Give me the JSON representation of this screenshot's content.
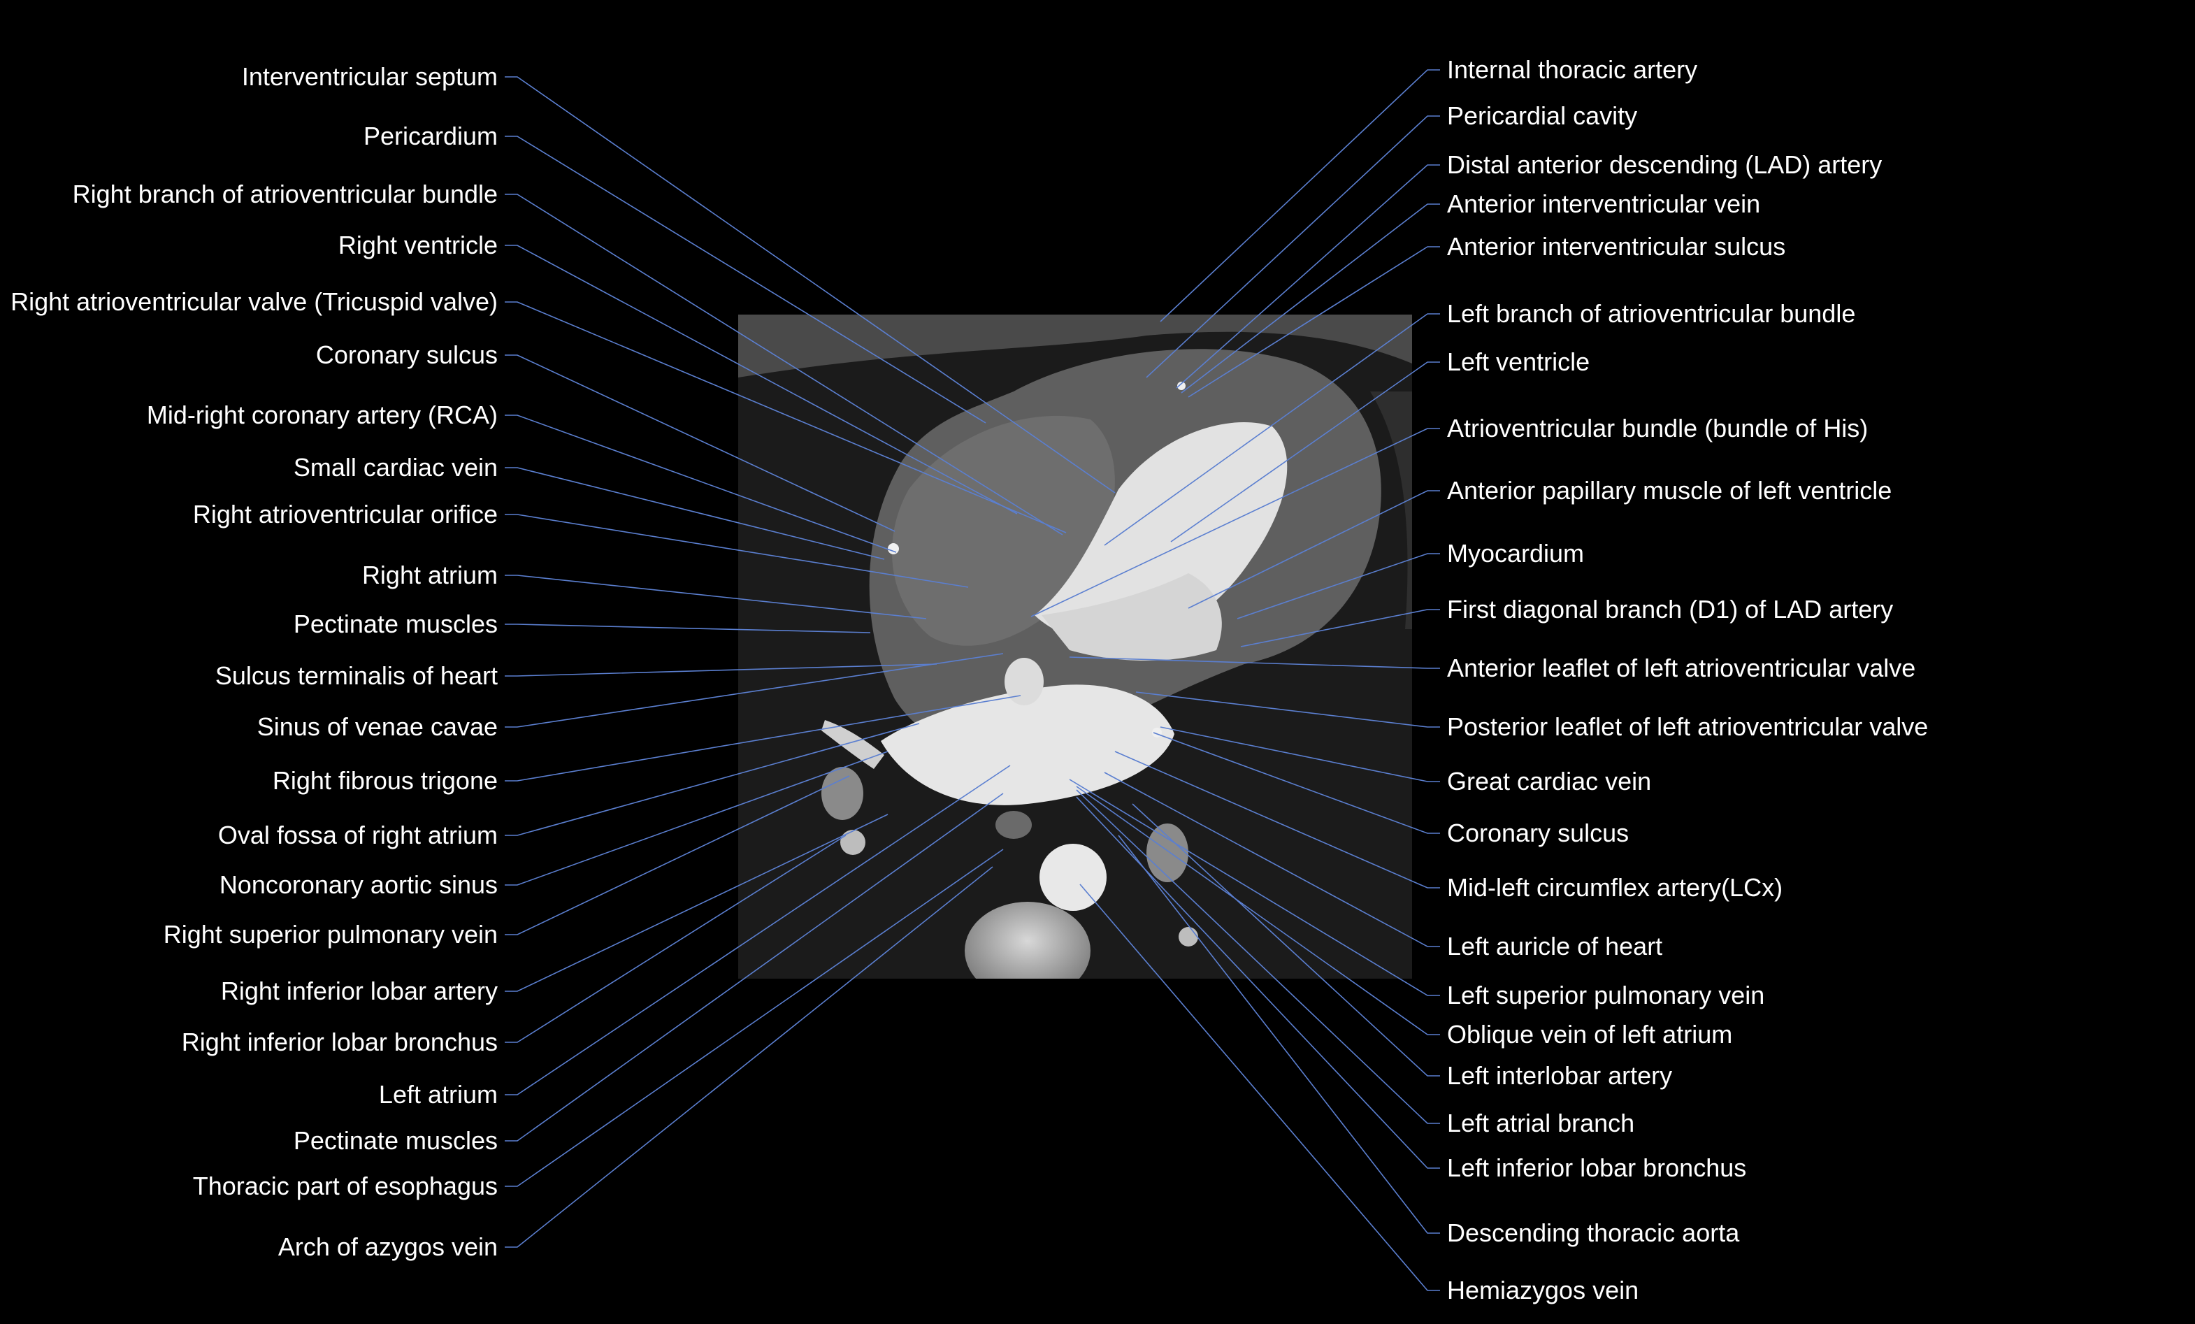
{
  "colors": {
    "background": "#000000",
    "label_text": "#ffffff",
    "leader_line": "#5b7fd0"
  },
  "labels_left": [
    "Interventricular septum",
    "Pericardium",
    "Right branch of atrioventricular bundle",
    "Right ventricle",
    "Right atrioventricular valve (Tricuspid valve)",
    "Coronary sulcus",
    "Mid-right coronary artery (RCA)",
    "Small cardiac vein",
    "Right atrioventricular orifice",
    "Right atrium",
    "Pectinate muscles",
    "Sulcus terminalis of heart",
    "Sinus of venae cavae",
    "Right fibrous trigone",
    "Oval fossa of right atrium",
    "Noncoronary aortic sinus",
    "Right superior pulmonary vein",
    "Right inferior lobar artery",
    "Right inferior lobar bronchus",
    "Left atrium",
    "Pectinate muscles",
    "Thoracic part of esophagus",
    "Arch of azygos vein"
  ],
  "labels_right": [
    "Internal thoracic artery",
    "Pericardial cavity",
    "Distal anterior descending (LAD) artery",
    "Anterior interventricular vein",
    "Anterior interventricular sulcus",
    "Left branch of atrioventricular bundle",
    "Left ventricle",
    "Atrioventricular bundle (bundle of His)",
    "Anterior papillary muscle of left ventricle",
    "Myocardium",
    "First diagonal branch (D1) of LAD artery",
    "Anterior leaflet of left atrioventricular valve",
    "Posterior leaflet of left atrioventricular valve",
    "Great cardiac vein",
    "Coronary sulcus",
    "Mid-left circumflex artery(LCx)",
    "Left auricle of heart",
    "Left superior pulmonary vein",
    "Oblique vein of left atrium",
    "Left interlobar artery",
    "Left atrial branch",
    "Left inferior lobar bronchus",
    "Descending thoracic aorta",
    "Hemiazygos vein"
  ]
}
